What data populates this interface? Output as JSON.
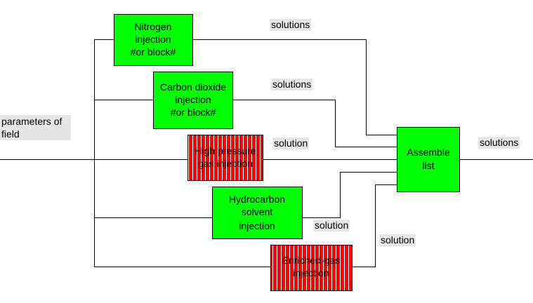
{
  "diagram": {
    "input_label": "parameters of field",
    "output_label": "solutions",
    "colors": {
      "green": "#00ff00",
      "red": "#ff0000",
      "stripe": "#ffffff",
      "line": "#000000",
      "label_bg": "#e6e6e6"
    },
    "methods": [
      {
        "id": "nitrogen",
        "lines": [
          "Nitrogen",
          "injection",
          "#or block#"
        ],
        "color": "green",
        "connector_label": "solutions"
      },
      {
        "id": "co2",
        "lines": [
          "Carbon dioxide",
          "injection",
          "#or block#"
        ],
        "color": "green",
        "connector_label": "solutions"
      },
      {
        "id": "high-pressure",
        "lines": [
          "High pressure",
          "gas injection"
        ],
        "color": "red-striped",
        "connector_label": "solution"
      },
      {
        "id": "hydrocarbon",
        "lines": [
          "Hydrocarbon",
          "solvent",
          "injection"
        ],
        "color": "green",
        "connector_label": "solution"
      },
      {
        "id": "enriched",
        "lines": [
          "Enriched-gas",
          "injection"
        ],
        "color": "red-striped",
        "connector_label": "solution"
      }
    ],
    "assemble": {
      "lines": [
        "Assemble",
        "list"
      ],
      "color": "green"
    }
  }
}
